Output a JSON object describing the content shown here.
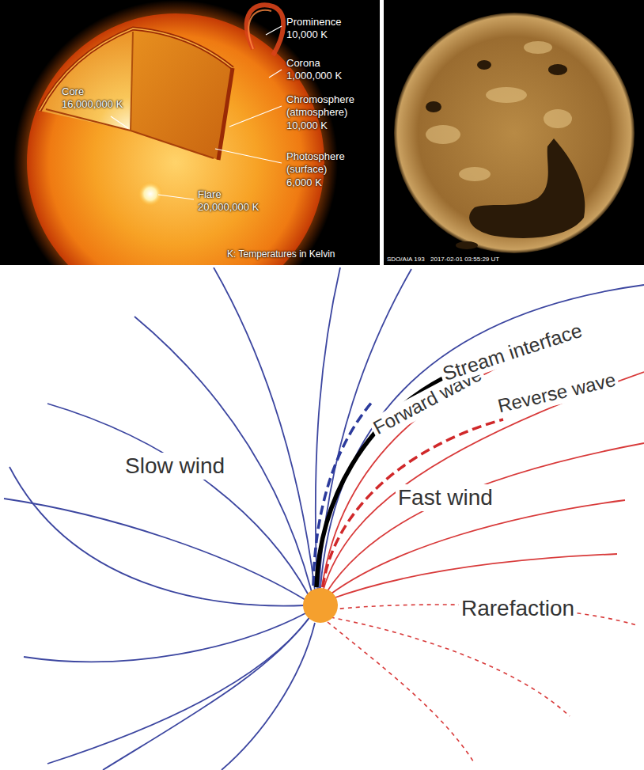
{
  "diagram": {
    "labels": [
      "Prominence",
      "10,000 K",
      "Corona",
      "1,000,000 K",
      "Core",
      "16,000,000 K",
      "Chromosphere (atmosphere)",
      "10,000 K",
      "Photosphere (surface)",
      "6,000 K",
      "Flare",
      "20,000,000 K",
      "K: Temperatures in Kelvin",
      "SDO/AIA 193",
      "2017-02-01 03:55:29 UT",
      "Forward wave",
      "Stream interface",
      "Reverse wave",
      "Slow wind",
      "Fast wind",
      "Rarefaction"
    ]
  }
}
